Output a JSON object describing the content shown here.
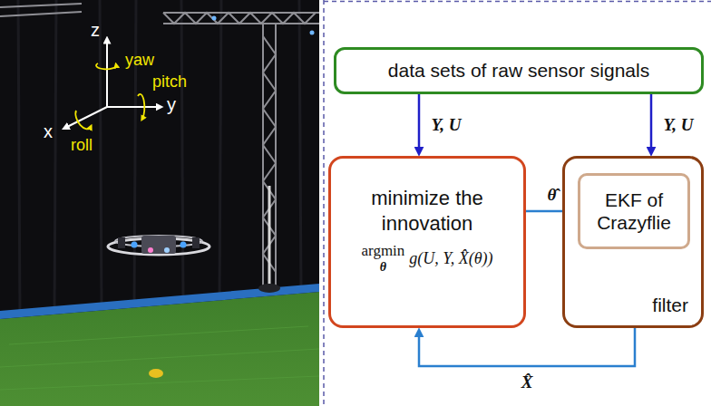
{
  "diagram": {
    "nodes": [
      {
        "text": [
          "data sets of raw sensor signals"
        ]
      },
      {
        "text": [
          "minimize the innovation",
          "argmin",
          "θ",
          "g(U, Y, X̂(θ))"
        ]
      },
      {
        "text": [
          "filter"
        ]
      },
      {
        "text": [
          "EKF of Crazyflie"
        ],
        "in": 2
      }
    ],
    "edges": [
      {
        "from": 0,
        "to": 1,
        "arrow": "to",
        "label": "Y, U"
      },
      {
        "from": 0,
        "to": 2,
        "arrow": "to",
        "label": "Y, U"
      },
      {
        "from": 1,
        "to": 3,
        "arrow": "to",
        "label": "θ̂"
      },
      {
        "from": 2,
        "to": 1,
        "arrow": "to",
        "label": "X̂"
      }
    ],
    "labels": [
      "z",
      "yaw",
      "pitch",
      "x",
      "roll",
      "y"
    ]
  }
}
